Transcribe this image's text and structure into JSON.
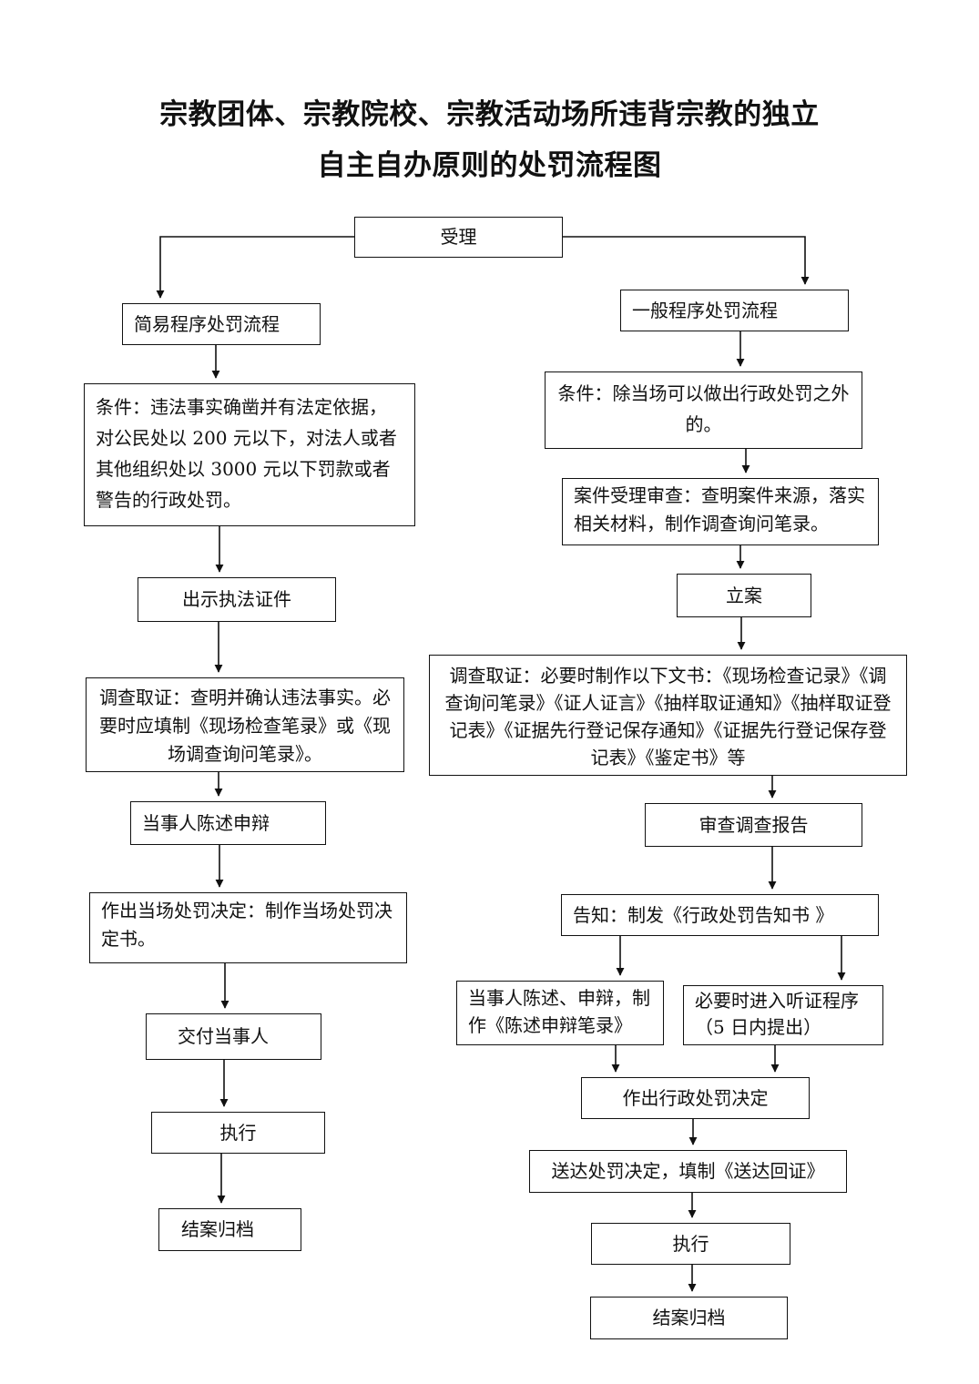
{
  "title": {
    "line1": "宗教团体、宗教院校、宗教活动场所违背宗教的独立",
    "line2": "自主自办原则的处罚流程图"
  },
  "nodes": {
    "accept": "受理",
    "simple_title": "简易程序处罚流程",
    "simple_condition": "条件：违法事实确凿并有法定依据，对公民处以 200 元以下，对法人或者其他组织处以 3000 元以下罚款或者警告的行政处罚。",
    "simple_show_id": "出示执法证件",
    "simple_investigate": "调查取证：查明并确认违法事实。必要时应填制《现场检查笔录》或《现场调查询问笔录》。",
    "simple_defense": "当事人陈述申辩",
    "simple_decision": "作出当场处罚决定：制作当场处罚决定书。",
    "simple_deliver": "交付当事人",
    "simple_execute": "执行",
    "simple_archive": "结案归档",
    "general_title": "一般程序处罚流程",
    "general_condition": "条件：除当场可以做出行政处罚之外的。",
    "general_review": "案件受理审查：查明案件来源，落实相关材料，制作调查询问笔录。",
    "general_file": "立案",
    "general_investigate": "调查取证：必要时制作以下文书：《现场检查记录》《调查询问笔录》《证人证言》《抽样取证通知》《抽样取证登记表》《证据先行登记保存通知》《证据先行登记保存登记表》《鉴定书》等",
    "general_report": "审查调查报告",
    "general_notice": "告知：制发《行政处罚告知书 》",
    "general_defense": "当事人陈述、申辩，制作《陈述申辩笔录》",
    "general_hearing": "必要时进入听证程序（5 日内提出）",
    "general_decision": "作出行政处罚决定",
    "general_serve": "送达处罚决定，填制《送达回证》",
    "general_execute": "执行",
    "general_archive": "结案归档"
  },
  "colors": {
    "line": "#111111",
    "text": "#111111",
    "background": "#ffffff"
  }
}
